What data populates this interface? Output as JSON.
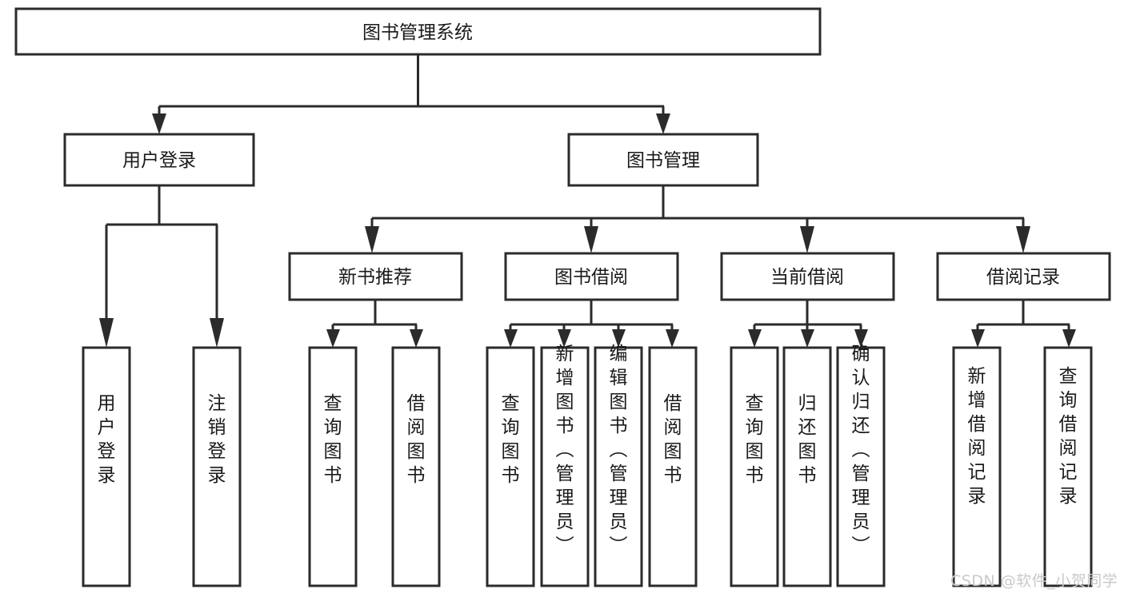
{
  "diagram": {
    "type": "tree-hierarchy",
    "title": "图书管理系统",
    "orientation": "top-down",
    "colors": {
      "box_stroke": "#2b2b2b",
      "box_fill": "#ffffff",
      "connector": "#2b2b2b",
      "text": "#1a1a1a",
      "watermark": "#c9c9c9",
      "background": "#ffffff"
    },
    "root": {
      "label": "图书管理系统"
    },
    "level2": [
      {
        "label": "用户登录"
      },
      {
        "label": "图书管理"
      }
    ],
    "level3": [
      {
        "label": "新书推荐"
      },
      {
        "label": "图书借阅"
      },
      {
        "label": "当前借阅"
      },
      {
        "label": "借阅记录"
      }
    ],
    "leaves": {
      "user_login": [
        {
          "label": "用户登录"
        },
        {
          "label": "注销登录"
        }
      ],
      "new_book_recommend": [
        {
          "label": "查询图书"
        },
        {
          "label": "借阅图书"
        }
      ],
      "book_borrow": [
        {
          "label": "查询图书"
        },
        {
          "label": "新增图书（管理员）"
        },
        {
          "label": "编辑图书（管理员）"
        },
        {
          "label": "借阅图书"
        }
      ],
      "current_borrow": [
        {
          "label": "查询图书"
        },
        {
          "label": "归还图书"
        },
        {
          "label": "确认归还（管理员）"
        }
      ],
      "borrow_record": [
        {
          "label": "新增借阅记录"
        },
        {
          "label": "查询借阅记录"
        }
      ]
    }
  },
  "watermark": {
    "text": "CSDN @软件_小贺同学"
  }
}
